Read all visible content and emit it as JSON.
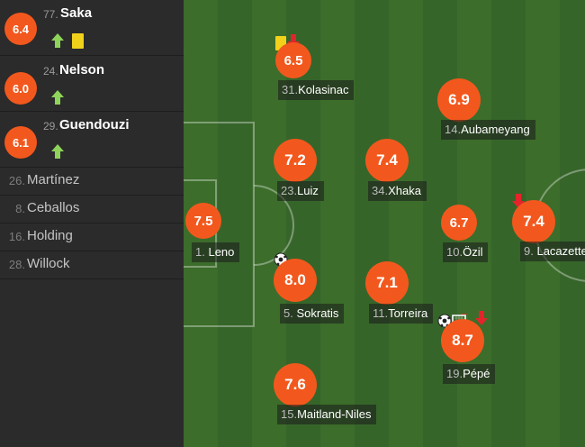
{
  "colors": {
    "rating_bg": "#f2581d",
    "sidebar_bg": "#2b2b2b",
    "pitch_dark": "#36652a",
    "pitch_light": "#3c6d2b",
    "sub_in": "#8fd45a",
    "sub_out": "#e3242b",
    "yellow_card": "#f2d11b"
  },
  "subs_used": [
    {
      "rating": "6.4",
      "number": "77.",
      "name": "Saka",
      "icons": [
        "substituted-in-icon",
        "yellow-card-icon"
      ]
    },
    {
      "rating": "6.0",
      "number": "24.",
      "name": "Nelson",
      "icons": [
        "substituted-in-icon"
      ]
    },
    {
      "rating": "6.1",
      "number": "29.",
      "name": "Guendouzi",
      "icons": [
        "substituted-in-icon"
      ]
    }
  ],
  "subs_unused": [
    {
      "number": "26.",
      "name": "Martínez"
    },
    {
      "number": "8.",
      "name": "Ceballos"
    },
    {
      "number": "16.",
      "name": "Holding"
    },
    {
      "number": "28.",
      "name": "Willock"
    }
  ],
  "players": [
    {
      "id": "leno",
      "rating": "7.5",
      "number": "1.",
      "name": "Leno",
      "events": []
    },
    {
      "id": "kolasinac",
      "rating": "6.5",
      "number": "31.",
      "name": "Kolasinac",
      "events": [
        "yellow-card-icon",
        "substituted-out-icon"
      ]
    },
    {
      "id": "luiz",
      "rating": "7.2",
      "number": "23.",
      "name": "Luiz",
      "events": []
    },
    {
      "id": "sokratis",
      "rating": "8.0",
      "number": "5.",
      "name": "Sokratis",
      "events": [
        "goal-ball-icon"
      ]
    },
    {
      "id": "maitland",
      "rating": "7.6",
      "number": "15.",
      "name": "Maitland-Niles",
      "events": []
    },
    {
      "id": "xhaka",
      "rating": "7.4",
      "number": "34.",
      "name": "Xhaka",
      "events": []
    },
    {
      "id": "torreira",
      "rating": "7.1",
      "number": "11.",
      "name": "Torreira",
      "events": []
    },
    {
      "id": "aubameyang",
      "rating": "6.9",
      "number": "14.",
      "name": "Aubameyang",
      "events": []
    },
    {
      "id": "ozil",
      "rating": "6.7",
      "number": "10.",
      "name": "Özil",
      "events": []
    },
    {
      "id": "pepe",
      "rating": "8.7",
      "number": "19.",
      "name": "Pépé",
      "events": [
        "goal-ball-icon",
        "assist-icon",
        "substituted-out-icon"
      ]
    },
    {
      "id": "lacazette",
      "rating": "7.4",
      "number": "9.",
      "name": "Lacazette",
      "events": [
        "substituted-out-icon"
      ]
    }
  ]
}
